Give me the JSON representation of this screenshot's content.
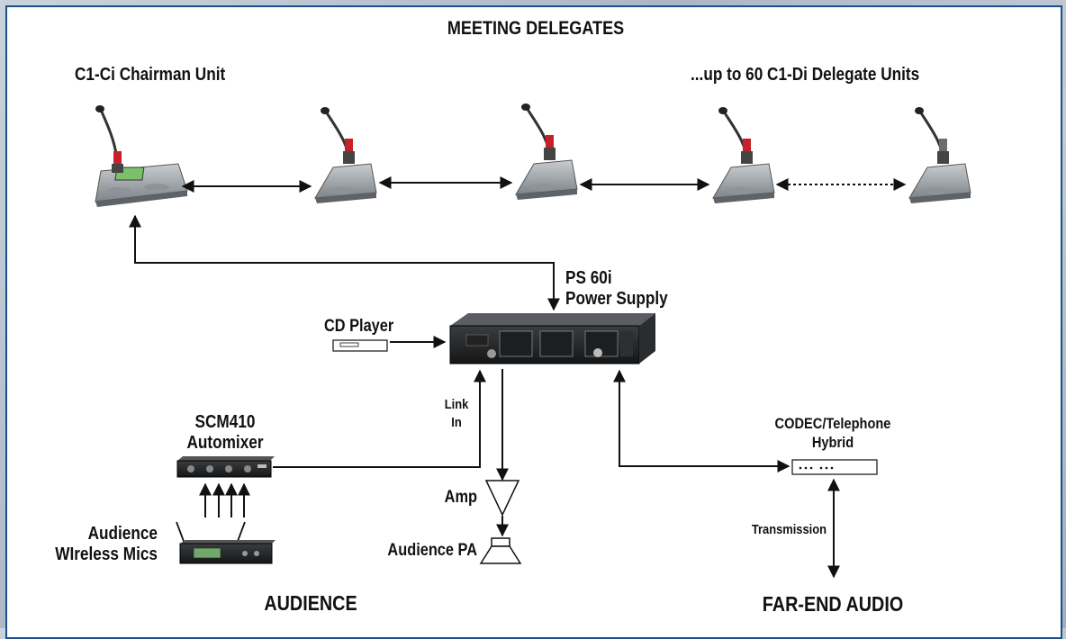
{
  "titles": {
    "meeting_delegates": "MEETING DELEGATES",
    "audience": "AUDIENCE",
    "far_end_audio": "FAR-END AUDIO"
  },
  "labels": {
    "chairman_unit": "C1-Ci Chairman Unit",
    "delegate_units": "...up to 60 C1-Di Delegate Units",
    "power_supply_line1": "PS 60i",
    "power_supply_line2": "Power Supply",
    "cd_player": "CD Player",
    "link_in_line1": "Link",
    "link_in_line2": "In",
    "scm410_line1": "SCM410",
    "scm410_line2": "Automixer",
    "amp": "Amp",
    "audience_pa": "Audience PA",
    "codec_line1": "CODEC/Telephone",
    "codec_line2": "Hybrid",
    "transmission": "Transmission",
    "wireless_line1": "Audience",
    "wireless_line2": "WIreless Mics"
  },
  "colors": {
    "frame_border": "#1d4f86",
    "line": "#111111",
    "mic_ring": "#c8202a",
    "display_green": "#7dc06a"
  }
}
